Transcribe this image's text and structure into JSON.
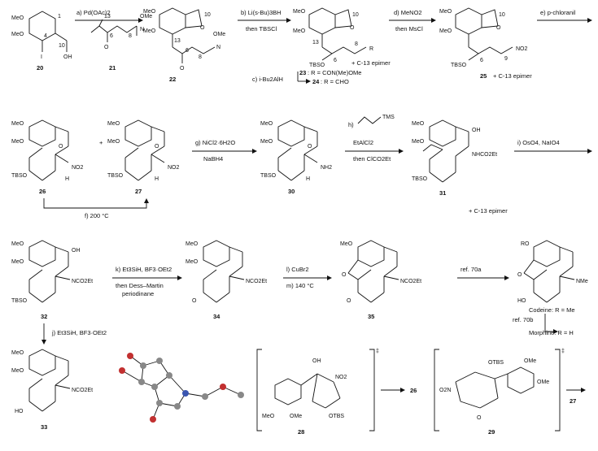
{
  "compounds": {
    "c20": "20",
    "c21": "21",
    "c22": "22",
    "c23": "23",
    "c24": "24",
    "c25": "25",
    "c26": "26",
    "c27": "27",
    "c30": "30",
    "c31": "31",
    "c32": "32",
    "c33": "33",
    "c34": "34",
    "c35": "35",
    "c28": "28",
    "c29": "29"
  },
  "groups": {
    "meo": "MeO",
    "ome": "OMe",
    "tbso": "TBSO",
    "otbs": "OTBS",
    "oh": "OH",
    "i": "I",
    "o": "O",
    "ro": "RO",
    "ho": "HO",
    "n": "N",
    "nme": "NMe",
    "no2": "NO2",
    "nh2": "NH2",
    "nhco2et": "NHCO2Et",
    "nco2et": "NCO2Et",
    "h": "H",
    "r": "R",
    "o2n": "O2N",
    "tms": "TMS",
    "ddagger": "‡"
  },
  "ring_numbers": [
    "1",
    "4",
    "6",
    "8",
    "9",
    "10",
    "13"
  ],
  "conditions": {
    "a": "a) Pd(OAc)2",
    "b": "b) Li(s-Bu)3BH",
    "b2": "then TBSCl",
    "d": "d) MeNO2",
    "d2": "then MsCl",
    "e": "e) p-chloranil",
    "c": "c) i-Bu2AlH",
    "r23": ": R = CON(Me)OMe",
    "r24": ": R = CHO",
    "epi1": "+ C-13 epimer",
    "epi2": "+ C-13 epimer",
    "epi3": "+ C-13 epimer",
    "f": "f) 200 °C",
    "g": "g) NiCl2·6H2O",
    "g2": "NaBH4",
    "h": "h)",
    "h2": "EtAlCl2",
    "h3": "then ClCO2Et",
    "i": "i) OsO4, NaIO4",
    "k": "k) Et3SiH, BF3·OEt2",
    "k2": "then Dess–Martin",
    "k3": "periodinane",
    "l": "l) CuBr2",
    "m": "m) 140 °C",
    "ref70a": "ref. 70a",
    "ref70b": "ref. 70b",
    "j": "j) Et3SiH, BF3·OEt2",
    "plus": "+"
  },
  "products": {
    "codeine": "Codeine: R = Me",
    "morphine": "Morphine: R = H"
  }
}
